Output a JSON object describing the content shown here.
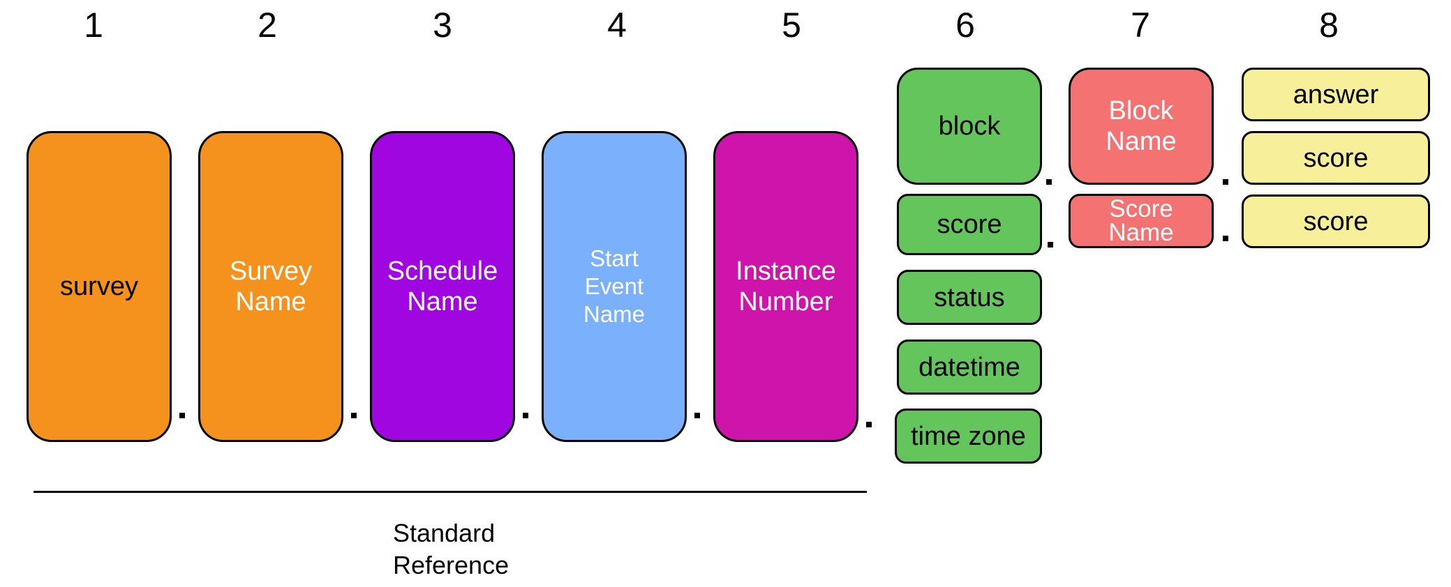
{
  "columns": [
    "1",
    "2",
    "3",
    "4",
    "5",
    "6",
    "7",
    "8"
  ],
  "segments": [
    {
      "label": "survey",
      "color": "#F5921E",
      "text_color": "#000000"
    },
    {
      "label": "Survey\nName",
      "color": "#F5921E",
      "text_color": "#FFFFFF"
    },
    {
      "label": "Schedule\nName",
      "color": "#A006E0",
      "text_color": "#FFFFFF"
    },
    {
      "label": "Start\nEvent\nName",
      "color": "#7BB1FC",
      "text_color": "#FFFFFF"
    },
    {
      "label": "Instance\nNumber",
      "color": "#CE14AB",
      "text_color": "#FFFFFF"
    }
  ],
  "column6": {
    "color": "#63C55B",
    "items": [
      "block",
      "score",
      "status",
      "datetime",
      "time zone"
    ]
  },
  "column7": {
    "color": "#F47272",
    "items": [
      "Block\nName",
      "Score\nName"
    ]
  },
  "column8": {
    "color": "#F8EF9B",
    "items": [
      "answer",
      "score",
      "score"
    ]
  },
  "caption": "Standard\nReference"
}
